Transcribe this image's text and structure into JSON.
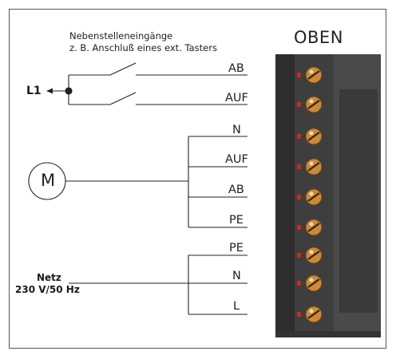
{
  "header": {
    "line1": "Nebenstelleneingänge",
    "line2": "z. B. Anschluß eines ext. Tasters",
    "top_label": "OBEN"
  },
  "input": {
    "label": "L1"
  },
  "motor": {
    "symbol": "M"
  },
  "supply": {
    "line1": "Netz",
    "line2": "230 V/50 Hz"
  },
  "terminals": [
    "AB",
    "AUF",
    "N",
    "AUF",
    "AB",
    "PE",
    "PE",
    "N",
    "L"
  ],
  "colors": {
    "housing": "#3e3e3e",
    "screw": "#c98a3a",
    "terminal_marker": "#cc2a10",
    "line": "#222222"
  }
}
